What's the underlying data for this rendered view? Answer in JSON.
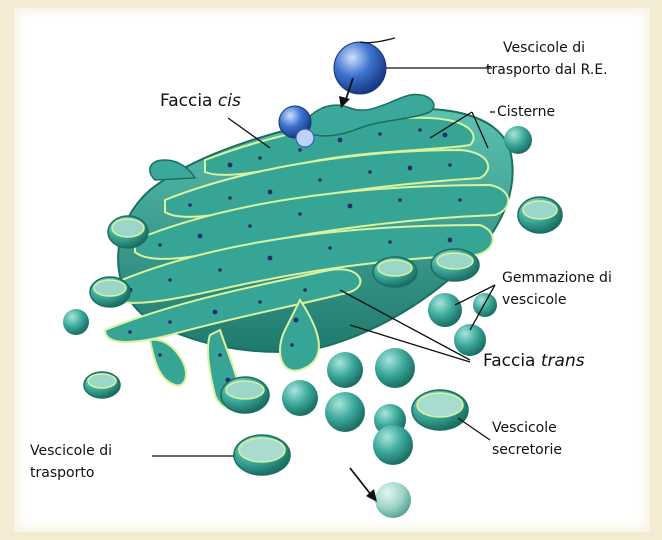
{
  "labels": {
    "vescicole_re_line1": "Vescicole di",
    "vescicole_re_line2": "trasporto dal R.E.",
    "faccia_cis_prefix": "Faccia ",
    "faccia_cis_italic": "cis",
    "cisterne": "Cisterne",
    "gemmazione_line1": "Gemmazione di",
    "gemmazione_line2": "vescicole",
    "faccia_trans_prefix": "Faccia ",
    "faccia_trans_italic": "trans",
    "secretorie_line1": "Vescicole",
    "secretorie_line2": "secretorie",
    "trasporto_line1": "Vescicole di",
    "trasporto_line2": "trasporto"
  },
  "colors": {
    "background": "#f3ecd3",
    "cisterna_fill": "#2e9e8e",
    "cisterna_dark": "#1f7a6d",
    "membrane_highlight": "#d9f2a0",
    "vesicle_fill": "#3aa89a",
    "re_vesicle": "#2f5fb8",
    "granule": "#2a2a6a"
  }
}
